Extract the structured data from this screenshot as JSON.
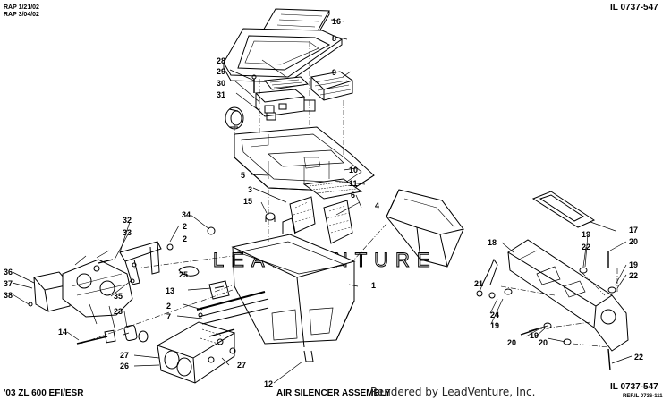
{
  "header": {
    "revision_1": "RAP 1/21/02",
    "revision_2": "RAP 3/04/02",
    "illustration_code_top": "IL 0737-547"
  },
  "footer": {
    "model": "'03 ZL 600 EFI/ESR",
    "title": "AIR SILENCER ASSEMBLY",
    "rendered_by": "Rendered by LeadVenture, Inc.",
    "illustration_code_bottom": "IL 0737-547",
    "reference": "REF.IL 0736-111"
  },
  "watermark": "LEADVENTURE",
  "callouts": [
    "1",
    "2",
    "2",
    "2",
    "3",
    "4",
    "5",
    "6",
    "7",
    "8",
    "9",
    "10",
    "11",
    "12",
    "13",
    "14",
    "15",
    "16",
    "17",
    "18",
    "19",
    "19",
    "19",
    "19",
    "20",
    "20",
    "20",
    "21",
    "22",
    "22",
    "22",
    "23",
    "24",
    "25",
    "26",
    "27",
    "27",
    "28",
    "29",
    "30",
    "31",
    "32",
    "33",
    "34",
    "35",
    "36",
    "37",
    "38"
  ]
}
